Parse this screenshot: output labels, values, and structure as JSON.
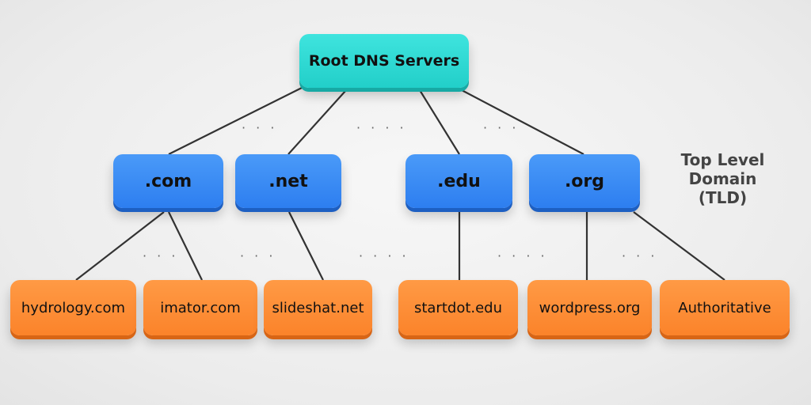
{
  "root": {
    "label": "Root DNS Servers"
  },
  "tlds": [
    {
      "label": ".com"
    },
    {
      "label": ".net"
    },
    {
      "label": ".edu"
    },
    {
      "label": ".org"
    }
  ],
  "leaves": [
    {
      "label": "hydrology.com"
    },
    {
      "label": "imator.com"
    },
    {
      "label": "slideshat.net"
    },
    {
      "label": "startdot.edu"
    },
    {
      "label": "wordpress.org"
    },
    {
      "label": "Authoritative"
    }
  ],
  "tld_annotation": {
    "line1": "Top Level",
    "line2": "Domain",
    "line3": "(TLD)"
  },
  "ellipsis": {
    "short": "· · ·",
    "long": "· · · ·"
  },
  "colors": {
    "root": "#2ad8d2",
    "tld": "#3a8cf5",
    "leaf": "#fd8c35"
  }
}
